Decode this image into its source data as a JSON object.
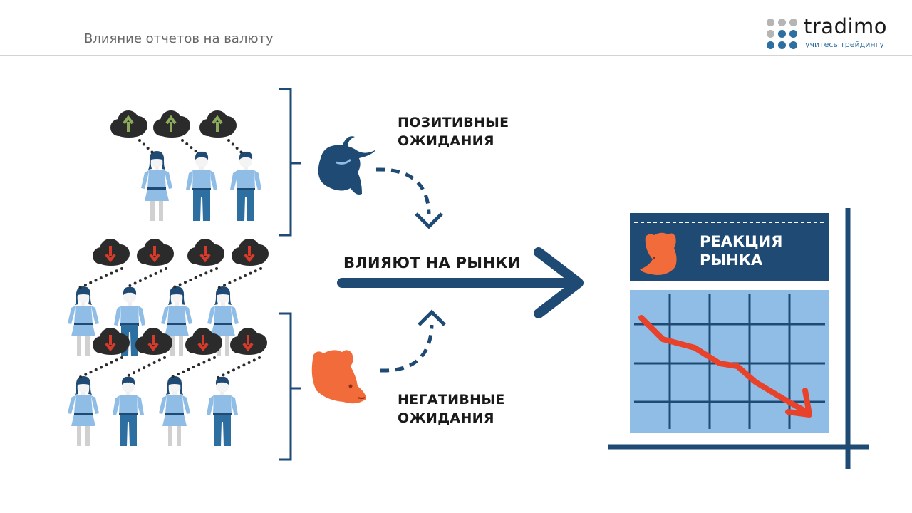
{
  "header": {
    "title": "Влияние отчетов на валюту"
  },
  "logo": {
    "name": "tradimo",
    "tagline": "учитесь трейдингу",
    "icon": "dots-grid-icon"
  },
  "positive": {
    "line1": "ПОЗИТИВНЫЕ",
    "line2": "ОЖИДАНИЯ",
    "icon": "bull-icon"
  },
  "negative": {
    "line1": "НЕГАТИВНЫЕ",
    "line2": "ОЖИДАНИЯ",
    "icon": "bear-icon"
  },
  "influence": {
    "label": "ВЛИЯЮТ НА РЫНКИ"
  },
  "reaction": {
    "line1": "РЕАКЦИЯ",
    "line2": "РЫНКА",
    "icon": "bear-icon"
  },
  "colors": {
    "navy": "#1e4a74",
    "light_blue": "#8fbde6",
    "cloud": "#2b2b2b",
    "arrow_up": "#8bab5a",
    "arrow_down": "#d63a2a",
    "bear": "#f26b3a",
    "trend": "#e8432a"
  }
}
